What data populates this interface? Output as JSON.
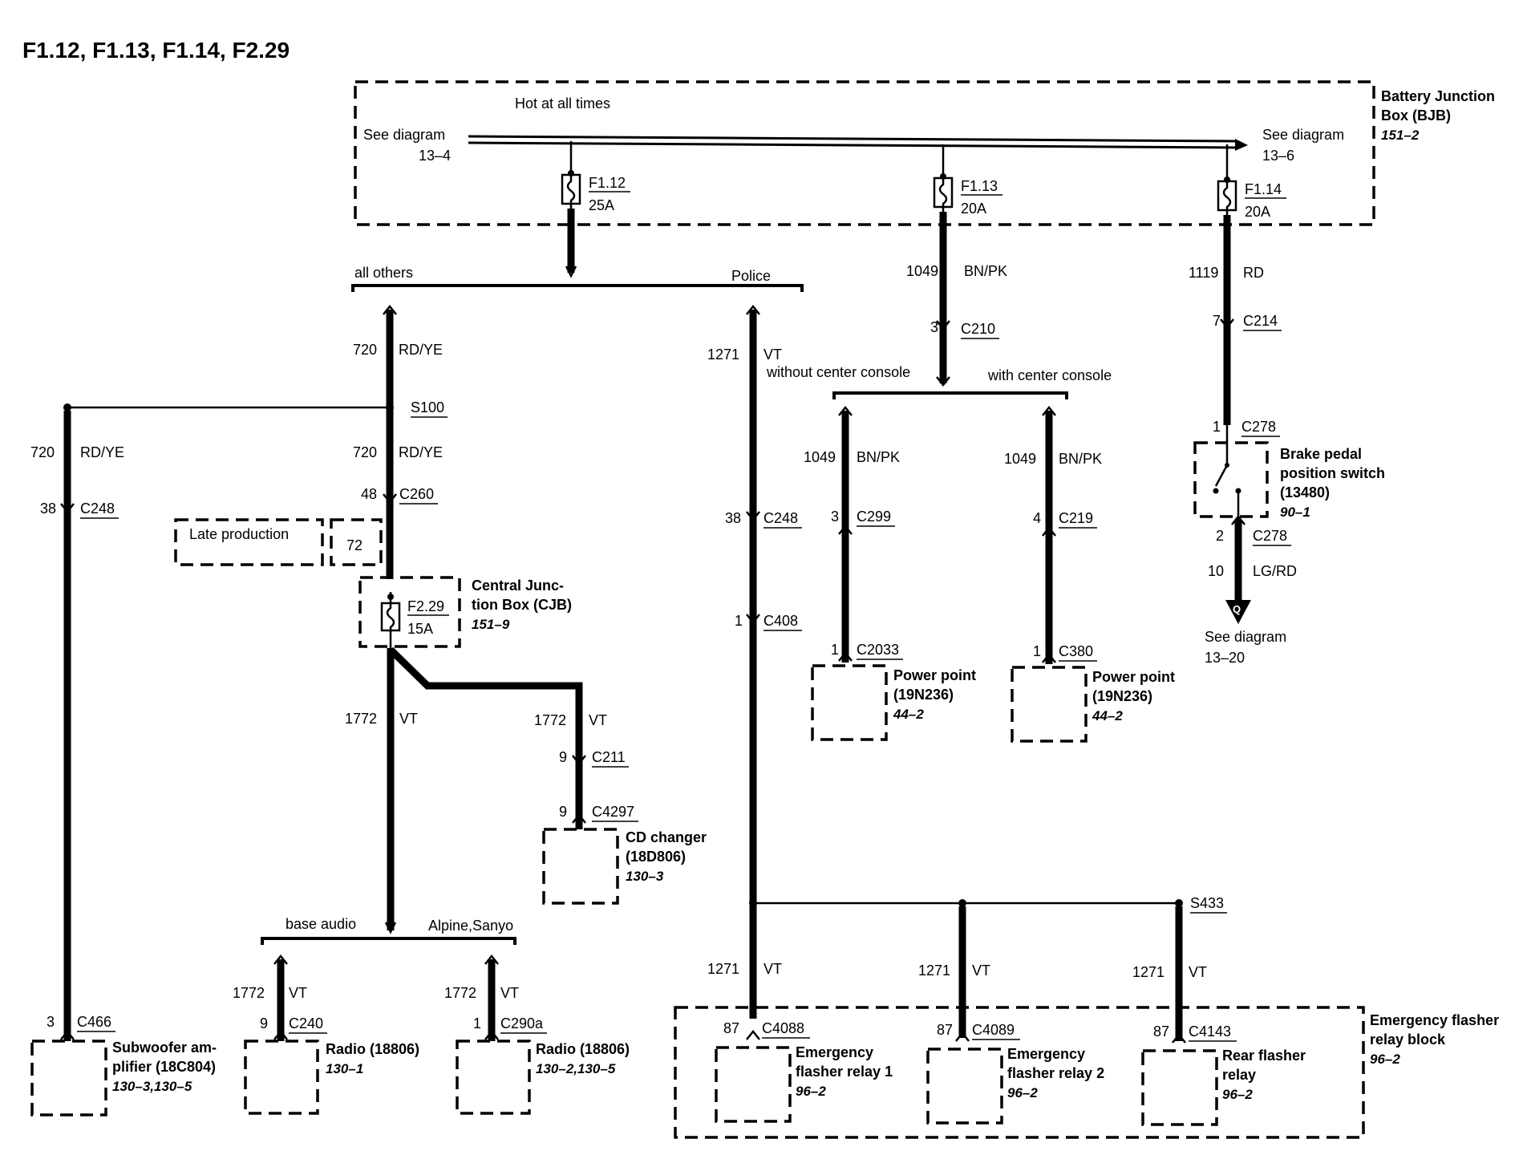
{
  "title": "F1.12, F1.13, F1.14, F2.29",
  "bjb": {
    "name_line1": "Battery Junction",
    "name_line2": "Box (BJB)",
    "ref": "151–2",
    "hot_label": "Hot at all times",
    "see_left": "See diagram",
    "see_left_ref": "13–4",
    "see_right": "See diagram",
    "see_right_ref": "13–6"
  },
  "fuses": {
    "f112": {
      "id": "F1.12",
      "amp": "25A"
    },
    "f113": {
      "id": "F1.13",
      "amp": "20A"
    },
    "f114": {
      "id": "F1.14",
      "amp": "20A"
    },
    "f229": {
      "id": "F2.29",
      "amp": "15A"
    }
  },
  "branches": {
    "all_others": "all others",
    "police": "Police",
    "without_console": "without center console",
    "with_console": "with center console",
    "base_audio": "base audio",
    "alpine": "Alpine,Sanyo"
  },
  "labels": {
    "w720": "720",
    "rdye": "RD/YE",
    "s100": "S100",
    "c248": "C248",
    "n38": "38",
    "c260": "C260",
    "n48": "48",
    "late_production": "Late production",
    "n72": "72",
    "w1271": "1271",
    "vt": "VT",
    "c408": "C408",
    "n1": "1",
    "w1049": "1049",
    "bnpk": "BN/PK",
    "c210": "C210",
    "n3": "3",
    "c299": "C299",
    "c219": "C219",
    "n4": "4",
    "c2033": "C2033",
    "c380": "C380",
    "w1119": "1119",
    "rd": "RD",
    "c214": "C214",
    "n7": "7",
    "c278": "C278",
    "n2": "2",
    "n10": "10",
    "lgrd": "LG/RD",
    "q": "Q",
    "w1772": "1772",
    "c211": "C211",
    "n9": "9",
    "c4297": "C4297",
    "c240": "C240",
    "c290a": "C290a",
    "c466": "C466",
    "s433": "S433",
    "n87": "87",
    "c4088": "C4088",
    "c4089": "C4089",
    "c4143": "C4143"
  },
  "components": {
    "brake": {
      "l1": "Brake pedal",
      "l2": "position switch",
      "l3": "(13480)",
      "ref": "90–1"
    },
    "brake_see": {
      "l1": "See diagram",
      "ref": "13–20"
    },
    "cjb": {
      "l1": "Central Junc-",
      "l2": "tion Box (CJB)",
      "ref": "151–9"
    },
    "pp1": {
      "l1": "Power point",
      "l2": "(19N236)",
      "ref": "44–2"
    },
    "pp2": {
      "l1": "Power point",
      "l2": "(19N236)",
      "ref": "44–2"
    },
    "cd": {
      "l1": "CD changer",
      "l2": "(18D806)",
      "ref": "130–3"
    },
    "sub": {
      "l1": "Subwoofer am-",
      "l2": "plifier (18C804)",
      "ref": "130–3,130–5"
    },
    "radio1": {
      "l1": "Radio (18806)",
      "ref": "130–1"
    },
    "radio2": {
      "l1": "Radio (18806)",
      "ref": "130–2,130–5"
    },
    "efr1": {
      "l1": "Emergency",
      "l2": "flasher relay 1",
      "ref": "96–2"
    },
    "efr2": {
      "l1": "Emergency",
      "l2": "flasher relay 2",
      "ref": "96–2"
    },
    "rfr": {
      "l1": "Rear flasher",
      "l2": "relay",
      "ref": "96–2"
    },
    "efrb": {
      "l1": "Emergency flasher",
      "l2": "relay block",
      "ref": "96–2"
    }
  }
}
